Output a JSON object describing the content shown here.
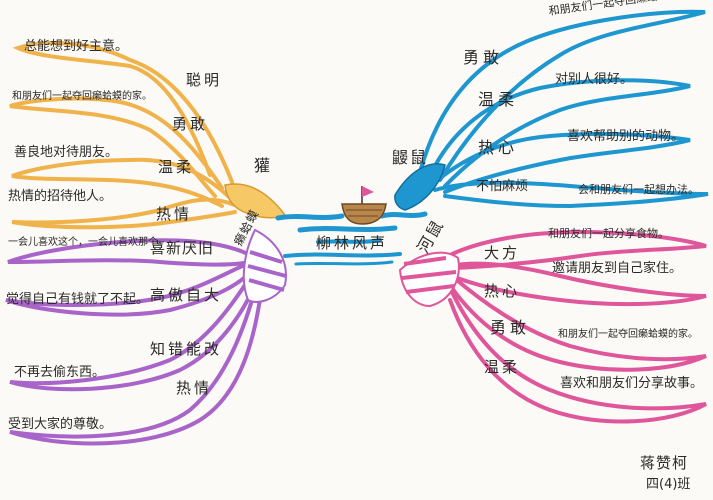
{
  "center": {
    "title": "柳林风声"
  },
  "branches": {
    "badger": {
      "name": "獾",
      "color": "#f0b24a",
      "traits": [
        {
          "trait": "聪明",
          "detail": "总能想到好主意。"
        },
        {
          "trait": "勇敢",
          "detail": "和朋友们一起夺回癞蛤蟆的家。"
        },
        {
          "trait": "温柔",
          "detail": "善良地对待朋友。"
        },
        {
          "trait": "热情",
          "detail": "热情的招待他人。"
        }
      ]
    },
    "mole": {
      "name": "鼹鼠",
      "color": "#1e96d0",
      "traits": [
        {
          "trait": "勇敢",
          "detail": "和朋友们一起夺回癞蛤蟆的家。"
        },
        {
          "trait": "温柔",
          "detail": "对别人很好。"
        },
        {
          "trait": "热心",
          "detail": "喜欢帮助别的动物。"
        },
        {
          "trait": "不怕麻烦",
          "detail": "会和朋友们一起想办法。"
        }
      ]
    },
    "toad": {
      "name": "癞蛤蟆",
      "color": "#a864c9",
      "traits": [
        {
          "trait": "喜新厌旧",
          "detail": "一会儿喜欢这个，一会儿喜欢那个。"
        },
        {
          "trait": "高傲自大",
          "detail": "觉得自己有钱就了不起。"
        },
        {
          "trait": "知错能改",
          "detail": "不再去偷东西。"
        },
        {
          "trait": "热情",
          "detail": "受到大家的尊敬。"
        }
      ]
    },
    "rat": {
      "name": "河鼠",
      "color": "#e0569a",
      "traits": [
        {
          "trait": "大方",
          "detail": "和朋友们一起分享食物。"
        },
        {
          "trait": "热心",
          "detail": "邀请朋友到自己家住。"
        },
        {
          "trait": "勇敢",
          "detail": "和朋友们一起夺回癞蛤蟆的家。"
        },
        {
          "trait": "温柔",
          "detail": "喜欢和朋友们分享故事。"
        }
      ]
    }
  },
  "signature": {
    "name": "蒋赞柯",
    "class": "四(4)班"
  }
}
